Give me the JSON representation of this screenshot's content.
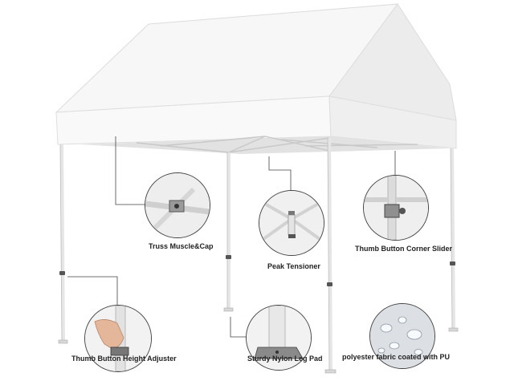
{
  "features": [
    {
      "label": "Truss Muscle&Cap",
      "icon": "truss-joint-icon"
    },
    {
      "label": "Peak Tensioner",
      "icon": "peak-hub-icon"
    },
    {
      "label": "Thumb Button Corner Slider",
      "icon": "corner-slider-icon"
    },
    {
      "label": "Thumb Button Height Adjuster",
      "icon": "hand-adjuster-icon"
    },
    {
      "label": "Sturdy Nylon Leg Pad",
      "icon": "leg-pad-icon"
    },
    {
      "label": "polyester fabric coated with PU",
      "icon": "water-droplets-icon"
    }
  ],
  "colors": {
    "canopy": "#f4f4f4",
    "frame": "#e9e9e9",
    "leader": "#444444",
    "label": "#222222"
  }
}
